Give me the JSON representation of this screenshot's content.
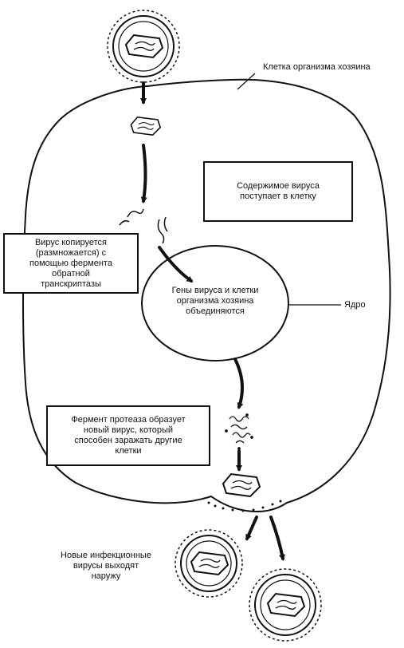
{
  "labels": {
    "host_cell": "Клетка организма хозяина",
    "virus_enters": [
      "Содержимое вируса",
      "поступает в клетку"
    ],
    "virus_copies": [
      "Вирус копируется",
      "(размножается) с",
      "помощью фермента",
      "обратной",
      "транскриптазы"
    ],
    "genes_merge": [
      "Гены вируса и клетки",
      "организма хозяина",
      "объединяются"
    ],
    "nucleus": "Ядро",
    "protease": [
      "Фермент протеаза образует",
      "новый вирус, который",
      "способен заражать другие",
      "клетки"
    ],
    "new_viruses": [
      "Новые инфекционные",
      "вирусы выходят",
      "наружу"
    ]
  },
  "icons": [
    "virus-particle-icon",
    "capsid-icon",
    "rna-strand-icon",
    "arrow-icon"
  ]
}
